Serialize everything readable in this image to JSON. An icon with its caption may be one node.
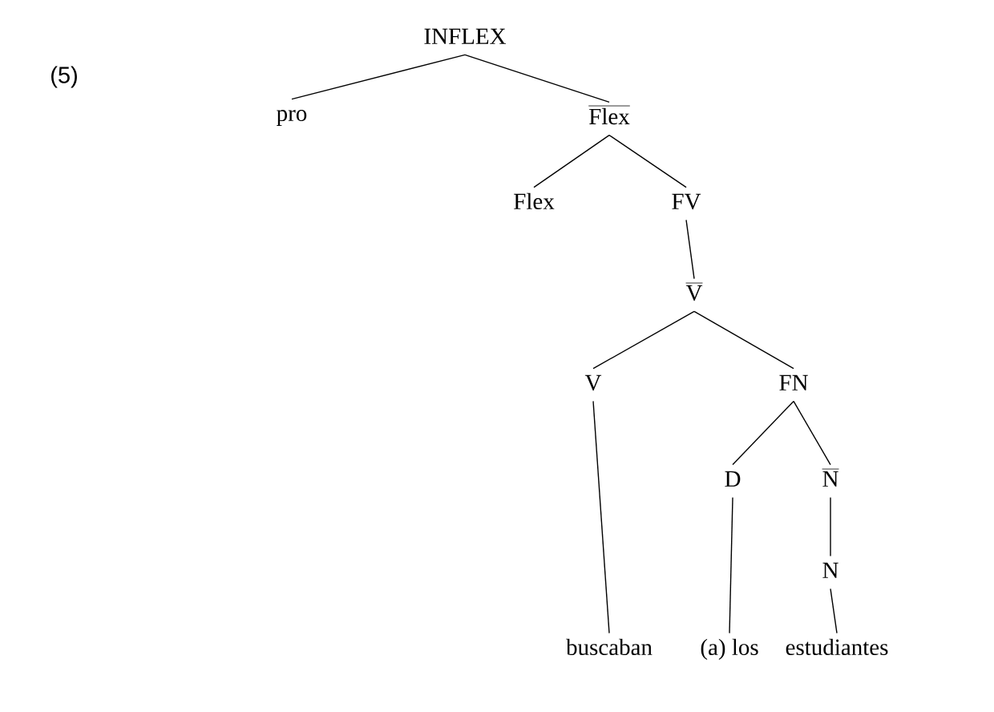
{
  "diagram": {
    "nodes": [
      {
        "text": [
          "INFLEX"
        ]
      },
      {
        "text": [
          "pro"
        ]
      },
      {
        "text": [
          "Flex"
        ]
      },
      {
        "text": [
          "Flex"
        ]
      },
      {
        "text": [
          "FV"
        ]
      },
      {
        "text": [
          "V"
        ]
      },
      {
        "text": [
          "V"
        ]
      },
      {
        "text": [
          "FN"
        ]
      },
      {
        "text": [
          "D"
        ]
      },
      {
        "text": [
          "N"
        ]
      },
      {
        "text": [
          "N"
        ]
      },
      {
        "text": [
          "buscaban"
        ]
      },
      {
        "text": [
          "(a) los"
        ]
      },
      {
        "text": [
          "estudiantes"
        ]
      }
    ],
    "edges": [
      {
        "from": 0,
        "to": 1,
        "arrow": "none"
      },
      {
        "from": 0,
        "to": 2,
        "arrow": "none"
      },
      {
        "from": 2,
        "to": 3,
        "arrow": "none"
      },
      {
        "from": 2,
        "to": 4,
        "arrow": "none"
      },
      {
        "from": 4,
        "to": 5,
        "arrow": "none"
      },
      {
        "from": 5,
        "to": 6,
        "arrow": "none"
      },
      {
        "from": 5,
        "to": 7,
        "arrow": "none"
      },
      {
        "from": 7,
        "to": 8,
        "arrow": "none"
      },
      {
        "from": 7,
        "to": 9,
        "arrow": "none"
      },
      {
        "from": 9,
        "to": 10,
        "arrow": "none"
      },
      {
        "from": 6,
        "to": 11,
        "arrow": "none"
      },
      {
        "from": 8,
        "to": 12,
        "arrow": "none"
      },
      {
        "from": 10,
        "to": 13,
        "arrow": "none"
      }
    ],
    "labels": [
      "(5)"
    ]
  }
}
